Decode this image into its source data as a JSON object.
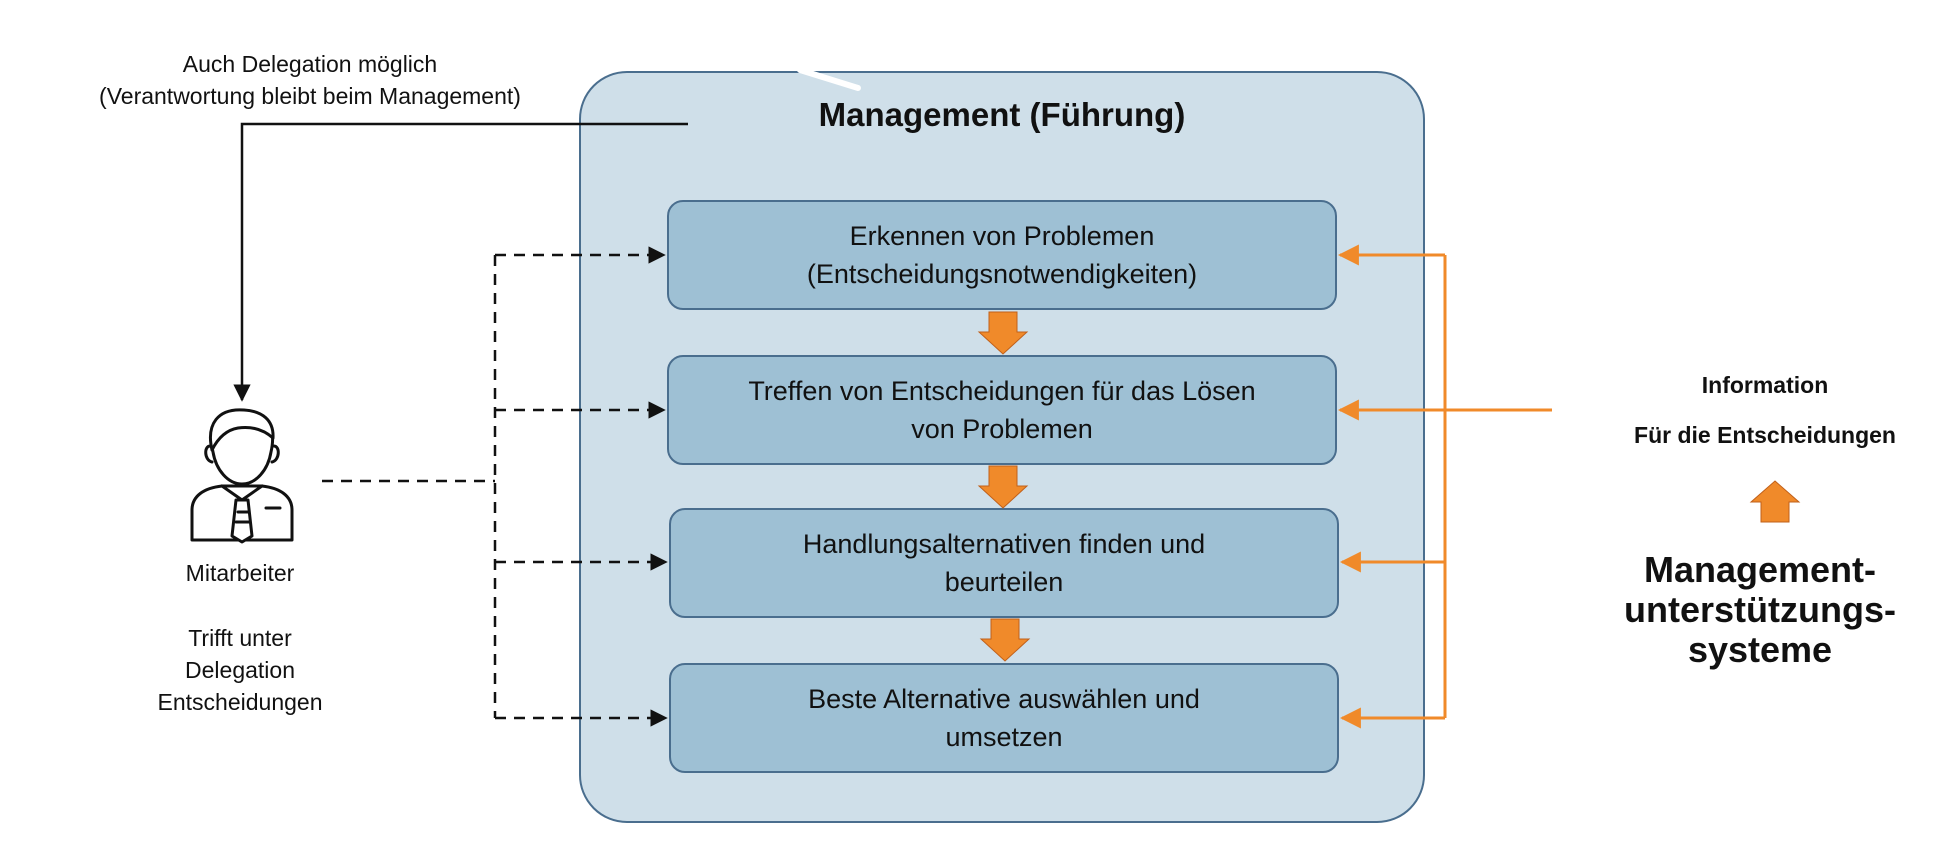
{
  "delegation_note": "Auch Delegation möglich\n(Verantwortung bleibt beim Management)",
  "management": {
    "title": "Management (Führung)",
    "steps": [
      "Erkennen von Problemen\n(Entscheidungsnotwendigkeiten)",
      "Treffen von Entscheidungen für das Lösen\nvon Problemen",
      "Handlungsalternativen finden und\nbeurteilen",
      "Beste Alternative auswählen und\numsetzen"
    ]
  },
  "employee": {
    "label": "Mitarbeiter",
    "note": "Trifft unter\nDelegation\nEntscheidungen",
    "icon": "person-icon"
  },
  "support": {
    "info_line1": "Information",
    "info_line2": "Für die Entscheidungen",
    "title": "Management-\nunterstützungs-\nsysteme"
  },
  "colors": {
    "panel_fill": "#cfdfe9",
    "step_fill": "#9ec0d4",
    "border": "#4a6e8e",
    "accent_orange": "#f08a2a"
  }
}
